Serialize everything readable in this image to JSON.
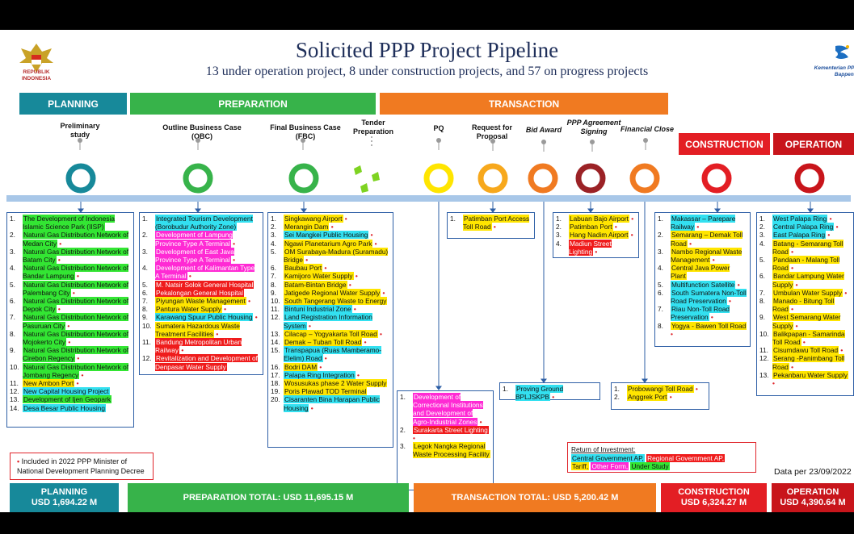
{
  "header": {
    "title": "Solicited PPP Project Pipeline",
    "subtitle": "13 under operation project, 8 under construction projects, and 57 on progress projects",
    "left_logo_text_1": "REPUBLIK",
    "left_logo_text_2": "INDONESIA",
    "right_logo_text_1": "Kementerian PPN/",
    "right_logo_text_2": "Bappenas"
  },
  "phases": {
    "planning": "PLANNING",
    "preparation": "PREPARATION",
    "transaction": "TRANSACTION",
    "construction": "CONSTRUCTION",
    "operation": "OPERATION"
  },
  "stages": {
    "preliminary": "Preliminary study",
    "obc_1": "Outline Business Case",
    "obc_2": "(OBC)",
    "fbc_1": "Final Business Case",
    "fbc_2": "(FBC)",
    "tender_1": "Tender",
    "tender_2": "Preparation",
    "pq": "PQ",
    "rfp_1": "Request for",
    "rfp_2": "Proposal",
    "bid": "Bid Award",
    "ppp_1": "PPP Agreement",
    "ppp_2": "Signing",
    "fin": "Financial Close"
  },
  "colors": {
    "planning": "#17899a",
    "preparation": "#37b34a",
    "transaction": "#f07a21",
    "construction": "#e31e24",
    "operation": "#c8151b",
    "hl_green": "#33e533",
    "hl_yellow": "#ffe500",
    "hl_cyan": "#33e0f0",
    "hl_magenta": "#ff2ad4",
    "hl_red": "#ef1c1c"
  },
  "lists": {
    "planning": [
      {
        "n": "1.",
        "t": "The Development of Indonesia Islamic Science Park (IISP)",
        "c": "green",
        "dot": false
      },
      {
        "n": "2.",
        "t": "Natural Gas Distribution Network of Medan City",
        "c": "green",
        "dot": true
      },
      {
        "n": "3.",
        "t": "Natural Gas Distribution Network of Batam City",
        "c": "green",
        "dot": true
      },
      {
        "n": "4.",
        "t": "Natural Gas Distribution Network of Bandar Lampung",
        "c": "green",
        "dot": true
      },
      {
        "n": "5.",
        "t": "Natural Gas Distribution Network of Palembang City",
        "c": "green",
        "dot": true
      },
      {
        "n": "6.",
        "t": "Natural Gas Distribution Network of Depok City",
        "c": "green",
        "dot": true
      },
      {
        "n": "7.",
        "t": "Natural Gas Distribution Network of Pasuruan City",
        "c": "green",
        "dot": true
      },
      {
        "n": "8.",
        "t": "Natural Gas Distribution Network of Mojokerto City",
        "c": "green",
        "dot": true
      },
      {
        "n": "9.",
        "t": "Natural Gas Distribution Network of Cirebon Regency",
        "c": "green",
        "dot": true
      },
      {
        "n": "10.",
        "t": "Natural Gas Distribution Network of Jombang Regency",
        "c": "green",
        "dot": true
      },
      {
        "n": "11.",
        "t": "New Ambon Port",
        "c": "yellow",
        "dot": true
      },
      {
        "n": "12.",
        "t": "New Capital Housing Project",
        "c": "cyan",
        "dot": false
      },
      {
        "n": "13.",
        "t": "Development of Ijen Geopark",
        "c": "green",
        "dot": false
      },
      {
        "n": "14.",
        "t": "Desa Besar Public Housing",
        "c": "cyan",
        "dot": false
      }
    ],
    "obc": [
      {
        "n": "1.",
        "t": "Integrated Tourism Development (Borobudur Authority Zone)",
        "c": "cyan",
        "dot": false
      },
      {
        "n": "2.",
        "t": "Development of Lampung Province Type A Terminal",
        "c": "magenta",
        "dot": true
      },
      {
        "n": "3.",
        "t": "Development of East Java Province Type A Terminal",
        "c": "magenta",
        "dot": true
      },
      {
        "n": "4.",
        "t": "Development of Kalimantan Type A Terminal",
        "c": "magenta",
        "dot": true
      },
      {
        "n": "5.",
        "t": "M. Natsir Solok General Hospital",
        "c": "red",
        "dot": false
      },
      {
        "n": "6.",
        "t": "Pekalongan General Hospital",
        "c": "red",
        "dot": false
      },
      {
        "n": "7.",
        "t": "Piyungan Waste Management",
        "c": "yellow",
        "dot": true
      },
      {
        "n": "8.",
        "t": "Pantura Water Supply",
        "c": "yellow",
        "dot": true
      },
      {
        "n": "9.",
        "t": "Karawang Spuur Public Housing",
        "c": "cyan",
        "dot": true
      },
      {
        "n": "10.",
        "t": "Sumatera Hazardous Waste Treatment Facilities",
        "c": "yellow",
        "dot": true
      },
      {
        "n": "11.",
        "t": "Bandung Metropolitan Urban Railway",
        "c": "red",
        "dot": true
      },
      {
        "n": "12.",
        "t": "Revitalization and Development of Denpasar Water Supply",
        "c": "red",
        "dot": false
      }
    ],
    "fbc": [
      {
        "n": "1.",
        "t": "Singkawang Airport",
        "c": "yellow",
        "dot": true
      },
      {
        "n": "2.",
        "t": "Merangin Dam",
        "c": "yellow",
        "dot": true
      },
      {
        "n": "3.",
        "t": "Sei Mangkei Public Housing",
        "c": "cyan",
        "dot": true
      },
      {
        "n": "4.",
        "t": "Ngawi Planetarium Agro Park",
        "c": "yellow",
        "dot": true
      },
      {
        "n": "5.",
        "t": "OM Surabaya-Madura (Suramadu) Bridge",
        "c": "yellow",
        "dot": true
      },
      {
        "n": "6.",
        "t": "Baubau Port",
        "c": "yellow",
        "dot": true
      },
      {
        "n": "7.",
        "t": "Kamijoro Water Supply",
        "c": "yellow",
        "dot": true
      },
      {
        "n": "8.",
        "t": "Batam-Bintan Bridge",
        "c": "yellow",
        "dot": true
      },
      {
        "n": "9.",
        "t": "Jatigede Regional Water Supply",
        "c": "yellow",
        "dot": true
      },
      {
        "n": "10.",
        "t": "South Tangerang Waste to Energy",
        "c": "yellow",
        "dot": false
      },
      {
        "n": "11.",
        "t": "Bintuni Industrial Zone",
        "c": "cyan",
        "dot": true
      },
      {
        "n": "12.",
        "t": "Land Registration Information System",
        "c": "cyan",
        "dot": true
      },
      {
        "n": "13.",
        "t": "Cilacap – Yogyakarta Toll Road",
        "c": "yellow",
        "dot": true
      },
      {
        "n": "14.",
        "t": "Demak – Tuban Toll Road",
        "c": "yellow",
        "dot": true
      },
      {
        "n": "15.",
        "t": "Transpapua (Ruas Mamberamo-Elelim) Road",
        "c": "cyan",
        "dot": true
      },
      {
        "n": "16.",
        "t": "Bodri DAM",
        "c": "yellow",
        "dot": true
      },
      {
        "n": "17.",
        "t": "Palapa Ring Integration",
        "c": "cyan",
        "dot": true
      },
      {
        "n": "18.",
        "t": "Wosusukas phase 2 Water Supply",
        "c": "yellow",
        "dot": false
      },
      {
        "n": "19.",
        "t": "Poris Plawad TOD Terminal",
        "c": "yellow",
        "dot": false
      },
      {
        "n": "20.",
        "t": "Cisaranten Bina Harapan Public Housing",
        "c": "cyan",
        "dot": true
      }
    ],
    "pq": [
      {
        "n": "1.",
        "t": "Development of Correctional Institutions and Development of Agro-Industrial Zones",
        "c": "magenta",
        "dot": true
      },
      {
        "n": "2.",
        "t": "Surakarta Street Lighting",
        "c": "red",
        "dot": true
      },
      {
        "n": "3.",
        "t": "Legok Nangka Regional Waste Processing Facility",
        "c": "yellow",
        "dot": false
      }
    ],
    "rfp": [
      {
        "n": "1.",
        "t": "Patimban Port Access Toll Road",
        "c": "yellow",
        "dot": true
      }
    ],
    "bid": [
      {
        "n": "1.",
        "t": "Proving Ground BPLJSKPB",
        "c": "cyan",
        "dot": true
      }
    ],
    "ppp": [
      {
        "n": "1.",
        "t": "Labuan Bajo Airport",
        "c": "yellow",
        "dot": true
      },
      {
        "n": "2.",
        "t": "Patimban Port",
        "c": "yellow",
        "dot": true
      },
      {
        "n": "3.",
        "t": "Hang Nadim Airport",
        "c": "yellow",
        "dot": true
      },
      {
        "n": "4.",
        "t": "Madiun Street Lighting",
        "c": "red",
        "dot": true
      }
    ],
    "fin": [
      {
        "n": "1.",
        "t": "Probowangi Toll Road",
        "c": "yellow",
        "dot": true
      },
      {
        "n": "2.",
        "t": "Anggrek Port",
        "c": "yellow",
        "dot": true
      }
    ],
    "construction": [
      {
        "n": "1.",
        "t": "Makassar – Parepare Railway",
        "c": "cyan",
        "dot": true
      },
      {
        "n": "2.",
        "t": "Semarang – Demak Toll Road",
        "c": "yellow",
        "dot": true
      },
      {
        "n": "3.",
        "t": "Nambo Regional Waste Management",
        "c": "yellow",
        "dot": true
      },
      {
        "n": "4.",
        "t": "Central Java Power Plant",
        "c": "yellow",
        "dot": false
      },
      {
        "n": "5.",
        "t": "Multifunction Satellite",
        "c": "cyan",
        "dot": true
      },
      {
        "n": "6.",
        "t": "South Sumatera Non-Toll Road Preservation",
        "c": "cyan",
        "dot": true
      },
      {
        "n": "7.",
        "t": "Riau Non-Toll Road Preservation",
        "c": "cyan",
        "dot": true
      },
      {
        "n": "8.",
        "t": "Yogya - Bawen Toll Road",
        "c": "yellow",
        "dot": true
      }
    ],
    "operation": [
      {
        "n": "1.",
        "t": "West Palapa Ring",
        "c": "cyan",
        "dot": true
      },
      {
        "n": "2.",
        "t": "Central Palapa Ring",
        "c": "cyan",
        "dot": true
      },
      {
        "n": "3.",
        "t": "East Palapa Ring",
        "c": "cyan",
        "dot": true
      },
      {
        "n": "4.",
        "t": "Batang - Semarang Toll Road",
        "c": "yellow",
        "dot": true
      },
      {
        "n": "5.",
        "t": "Pandaan - Malang Toll Road",
        "c": "yellow",
        "dot": true
      },
      {
        "n": "6.",
        "t": "Bandar Lampung Water Supply",
        "c": "yellow",
        "dot": true
      },
      {
        "n": "7.",
        "t": "Umbulan Water Supply",
        "c": "yellow",
        "dot": true
      },
      {
        "n": "8.",
        "t": "Manado - Bitung Toll Road",
        "c": "yellow",
        "dot": true
      },
      {
        "n": "9.",
        "t": "West Semarang Water Supply",
        "c": "yellow",
        "dot": true
      },
      {
        "n": "10.",
        "t": "Balikpapan - Samarinda Toll Road",
        "c": "yellow",
        "dot": true
      },
      {
        "n": "11.",
        "t": "Cisumdawu Toll Road",
        "c": "yellow",
        "dot": true
      },
      {
        "n": "12.",
        "t": "Serang -Panimbang Toll Road",
        "c": "yellow",
        "dot": true
      },
      {
        "n": "13.",
        "t": "Pekanbaru Water Supply",
        "c": "yellow",
        "dot": true
      }
    ]
  },
  "legend_note": {
    "line_1": "Included in 2022 PPP Minister of",
    "line_2": "National Development Planning Decree"
  },
  "roi": {
    "title": "Return of Investment:",
    "central": "Central Government AP,",
    "regional": "Regional Government AP,",
    "tariff": "Tariff,",
    "other": "Other Form,",
    "study": "Under Study"
  },
  "data_date": "Data per 23/09/2022",
  "totals": {
    "planning_1": "PLANNING",
    "planning_2": "USD  1,694.22 M",
    "preparation": "PREPARATION  TOTAL: USD 11,695.15 M",
    "transaction": "TRANSACTION  TOTAL: USD 5,200.42 M",
    "construction_1": "CONSTRUCTION",
    "construction_2": "USD  6,324.27 M",
    "operation_1": "OPERATION",
    "operation_2": "USD  4,390.64 M"
  }
}
